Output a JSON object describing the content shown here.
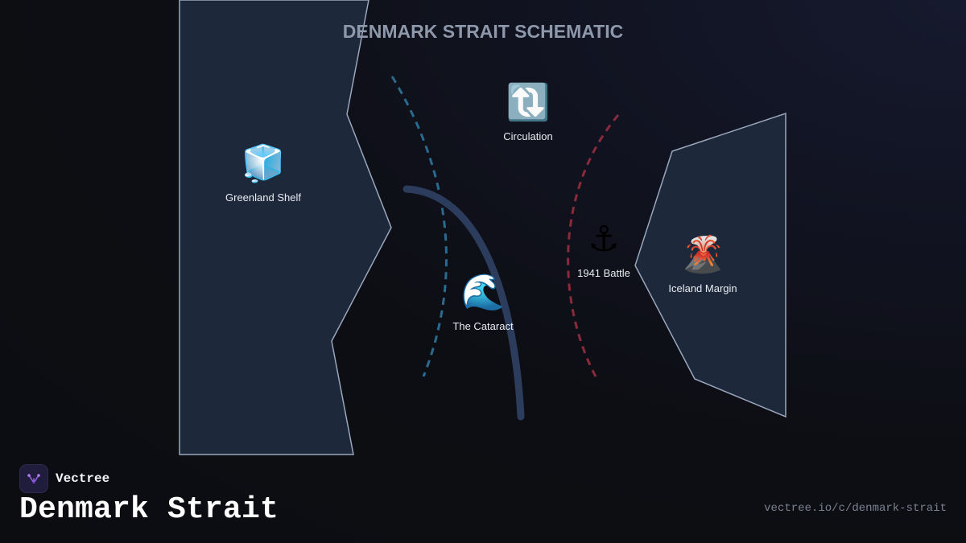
{
  "diagram": {
    "title": "DENMARK STRAIT SCHEMATIC",
    "nodes": [
      {
        "id": "greenland",
        "emoji": "🧊",
        "label": "Greenland Shelf"
      },
      {
        "id": "circulation",
        "emoji": "🔃",
        "label": "Circulation"
      },
      {
        "id": "battle",
        "emoji": "⚓",
        "label": "1941 Battle"
      },
      {
        "id": "iceland",
        "emoji": "🌋",
        "label": "Iceland Margin"
      },
      {
        "id": "cataract",
        "emoji": "🌊",
        "label": "The Cataract"
      }
    ],
    "colors": {
      "landmass_fill": "#1d283a",
      "landmass_stroke": "#9aa7bd",
      "cold_current": "#2a6a8e",
      "warm_current": "#8a2a3a",
      "cataract_flow": "#2c3c5c"
    }
  },
  "footer": {
    "brand_name": "Vectree",
    "page_title": "Denmark Strait",
    "url": "vectree.io/c/denmark-strait"
  }
}
